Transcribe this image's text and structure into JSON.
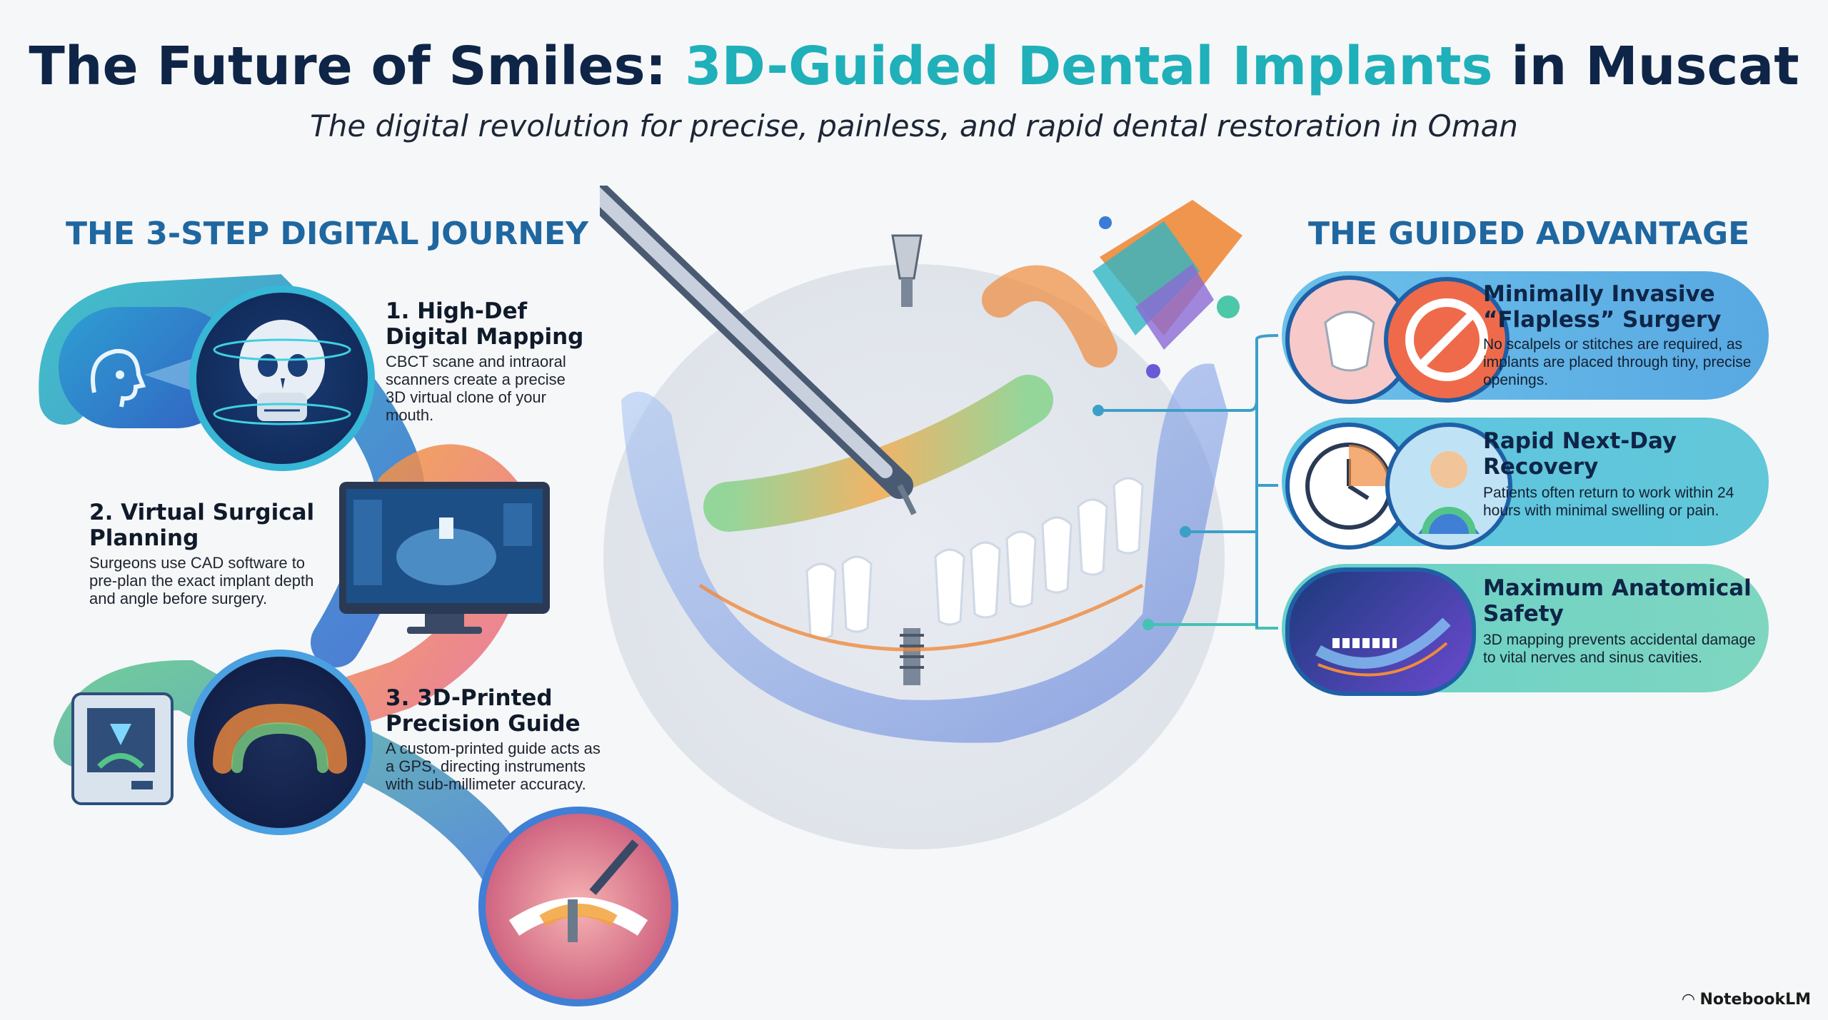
{
  "header": {
    "title_part1": "The Future of Smiles: ",
    "title_accent": "3D-Guided Dental Implants",
    "title_part2": " in Muscat",
    "subtitle": "The digital revolution for precise, painless, and rapid dental restoration in Oman"
  },
  "journey": {
    "heading": "THE 3-STEP DIGITAL JOURNEY",
    "steps": [
      {
        "title": "1. High-Def Digital Mapping",
        "desc": "CBCT scane and intraoral scanners create a precise 3D virtual clone of your mouth.",
        "icon": "skull-scan-icon"
      },
      {
        "title": "2. Virtual Surgical Planning",
        "desc": "Surgeons use CAD software to pre-plan the exact implant depth and angle before surgery.",
        "icon": "monitor-icon"
      },
      {
        "title": "3. 3D-Printed Precision Guide",
        "desc": "A custom-printed guide acts as a GPS, directing instruments with sub-millimeter accuracy.",
        "icon": "surgical-guide-icon"
      }
    ]
  },
  "advantage": {
    "heading": "THE GUIDED ADVANTAGE",
    "items": [
      {
        "title": "Minimally Invasive “Flapless” Surgery",
        "desc": "No scalpels or stitches are required, as implants are placed through tiny, precise openings.",
        "icon": "no-scalpel-icon"
      },
      {
        "title": "Rapid Next-Day Recovery",
        "desc": "Patients often return to work within 24 hours with minimal swelling or pain.",
        "icon": "clock-icon"
      },
      {
        "title": "Maximum Anatomical Safety",
        "desc": "3D mapping prevents accidental damage to vital nerves and sinus cavities.",
        "icon": "jaw-scan-icon"
      }
    ]
  },
  "brand": {
    "label": "NotebookLM"
  },
  "colors": {
    "navy": "#0f2547",
    "teal": "#1fb0b9",
    "heading_blue": "#1f67a0",
    "pill_blue": "#5bb6e6",
    "pill_teal": "#5fd0c4"
  }
}
